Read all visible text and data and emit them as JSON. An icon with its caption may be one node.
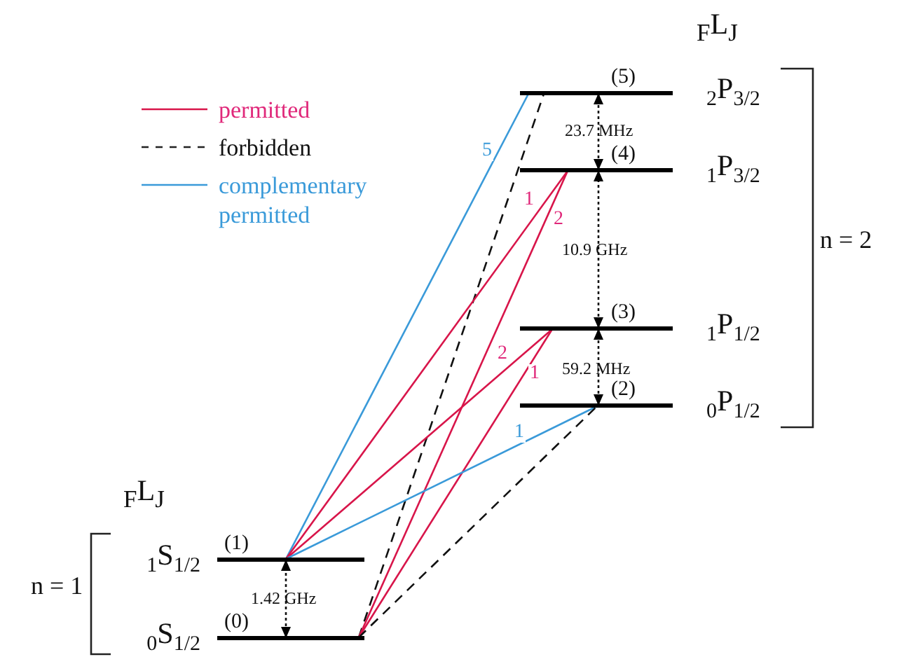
{
  "diagram": {
    "nodes": [
      {
        "text": [
          "(5)"
        ],
        "beside": [
          "$_{2}$P$_{3/2}$"
        ]
      },
      {
        "text": [
          "(4)"
        ],
        "beside": [
          "$_{1}$P$_{3/2}$"
        ]
      },
      {
        "text": [
          "(3)"
        ],
        "beside": [
          "$_{1}$P$_{1/2}$"
        ]
      },
      {
        "text": [
          "(2)"
        ],
        "beside": [
          "$_{0}$P$_{1/2}$"
        ]
      },
      {
        "text": [
          "(1)"
        ],
        "beside": [
          "$_{1}$S$_{1/2}$"
        ]
      },
      {
        "text": [
          "(0)"
        ],
        "beside": [
          "$_{0}$S$_{1/2}$"
        ]
      }
    ],
    "edges": [
      {
        "from": 4,
        "to": 0,
        "arrow": "none",
        "label": "5",
        "color": "#3a9ad9"
      },
      {
        "from": 5,
        "to": 0,
        "arrow": "none",
        "style": "dashed"
      },
      {
        "from": 4,
        "to": 1,
        "arrow": "none",
        "label": "1",
        "color": "#d8154a"
      },
      {
        "from": 5,
        "to": 1,
        "arrow": "none",
        "label": "2",
        "color": "#d8154a"
      },
      {
        "from": 4,
        "to": 2,
        "arrow": "none",
        "label": "2",
        "color": "#d8154a"
      },
      {
        "from": 5,
        "to": 2,
        "arrow": "none",
        "label": "1",
        "color": "#d8154a"
      },
      {
        "from": 4,
        "to": 3,
        "arrow": "none",
        "label": "1",
        "color": "#3a9ad9"
      },
      {
        "from": 5,
        "to": 3,
        "arrow": "none",
        "style": "dashed"
      },
      {
        "from": 1,
        "to": 0,
        "arrow": "both",
        "label": "23.7 MHz",
        "style": "dashed"
      },
      {
        "from": 2,
        "to": 1,
        "arrow": "both",
        "label": "10.9 GHz",
        "style": "dashed"
      },
      {
        "from": 3,
        "to": 2,
        "arrow": "both",
        "label": "59.2 MHz",
        "style": "dashed"
      },
      {
        "from": 5,
        "to": 4,
        "arrow": "both",
        "label": "1.42 GHz",
        "style": "dashed"
      }
    ],
    "labels": [
      "$_{F}$L$_{J}$",
      "n = 2",
      "$_{F}$L$_{J}$",
      "n = 1"
    ],
    "legend": [
      {
        "text": "permitted"
      },
      {
        "text": "forbidden"
      },
      {
        "text": "complementary permitted"
      }
    ]
  }
}
